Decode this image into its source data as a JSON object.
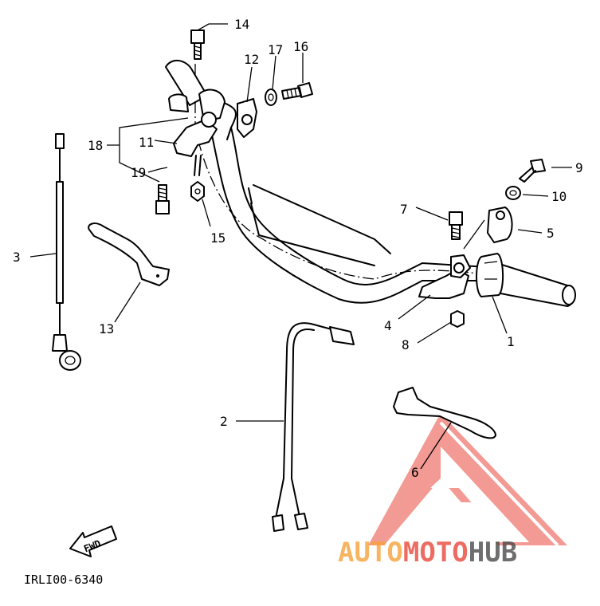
{
  "diagram": {
    "code": "IRLI00-6340",
    "fwd_label": "FWD",
    "watermark": {
      "part1": "AUTO",
      "part2": "MOTO",
      "part3": "HUB"
    },
    "callouts": [
      "1",
      "2",
      "3",
      "4",
      "5",
      "6",
      "7",
      "8",
      "9",
      "10",
      "11",
      "12",
      "13",
      "14",
      "15",
      "16",
      "17",
      "18",
      "19"
    ]
  },
  "colors": {
    "line": "#000000",
    "watermark_red": "#e8483c",
    "watermark_orange": "#f6a23a",
    "watermark_gray": "#4a4a4a"
  }
}
